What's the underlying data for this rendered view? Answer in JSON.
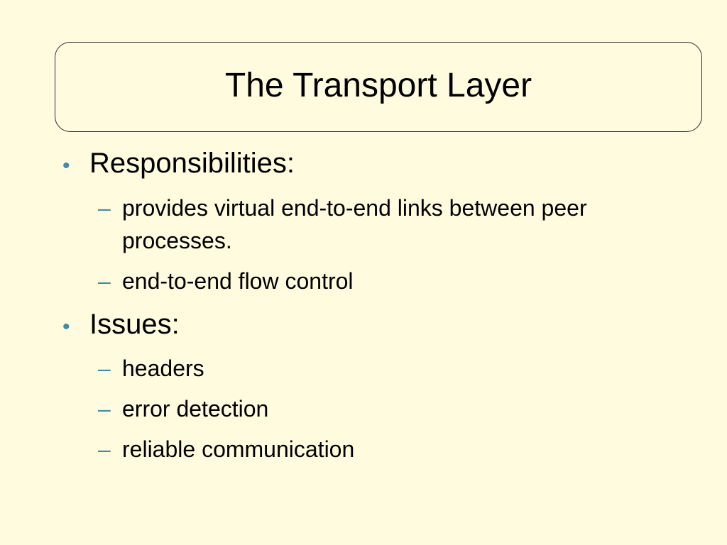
{
  "slide": {
    "title": "The Transport Layer",
    "bullets": [
      {
        "text": "Responsibilities:",
        "sub": [
          "provides  virtual end-to-end links between peer processes.",
          "end-to-end flow control"
        ]
      },
      {
        "text": "Issues:",
        "sub": [
          "headers",
          "error detection",
          "reliable communication"
        ]
      }
    ]
  },
  "markers": {
    "level1": "•",
    "level2": "–"
  },
  "colors": {
    "background": "#FFFBDF",
    "bullet_accent": "#3B8FA8",
    "text": "#000000"
  }
}
